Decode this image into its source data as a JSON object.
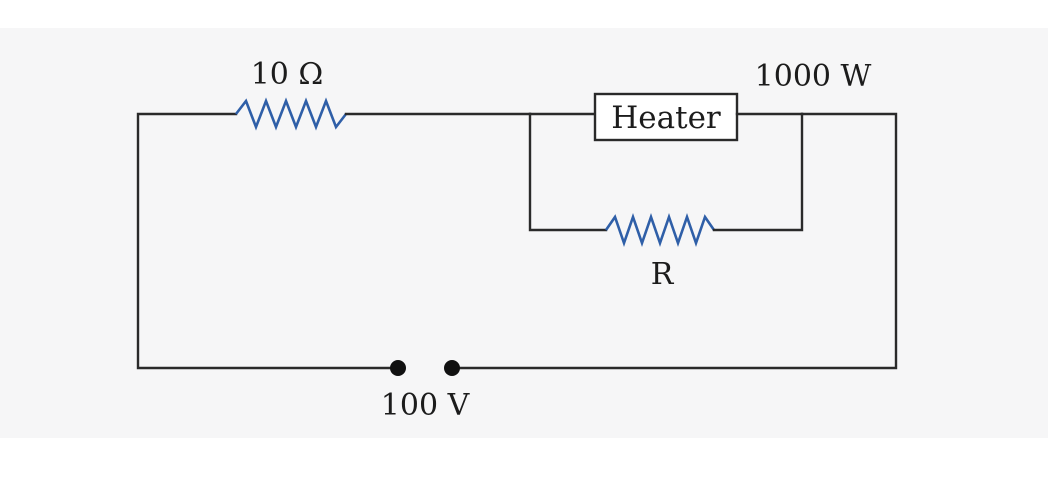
{
  "labels": {
    "resistor_series": "10 Ω",
    "heater_power": "1000 W",
    "heater_box": "Heater",
    "resistor_parallel": "R",
    "source_voltage": "100 V"
  },
  "colors": {
    "background": "#ffffff",
    "page_band": "#f6f6f7",
    "wire": "#2a2a2a",
    "resistor": "#2f5fa8"
  },
  "components": [
    {
      "name": "series-resistor",
      "icon": "zigzag-resistor"
    },
    {
      "name": "heater",
      "icon": "rectangle-box"
    },
    {
      "name": "parallel-resistor",
      "icon": "zigzag-resistor"
    },
    {
      "name": "voltage-terminals",
      "icon": "two-dots"
    }
  ]
}
